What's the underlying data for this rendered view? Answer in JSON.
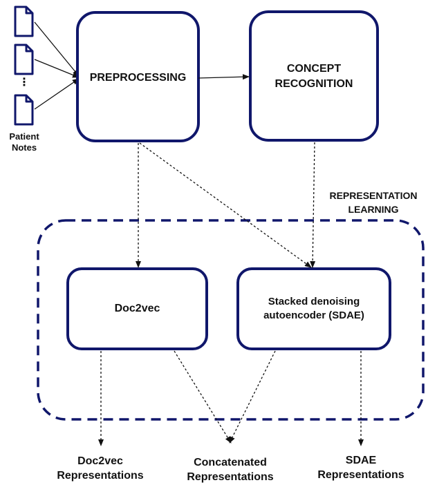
{
  "nodes": {
    "preprocessing": "PREPROCESSING",
    "concept_recognition": "CONCEPT\nRECOGNITION",
    "doc2vec": "Doc2vec",
    "sdae": "Stacked denoising\nautoencoder (SDAE)"
  },
  "input_label": "Patient\nNotes",
  "ellipsis": "⋮",
  "group_label": "REPRESENTATION\nLEARNING",
  "outputs": {
    "doc2vec": "Doc2vec\nRepresentations",
    "concatenated": "Concatenated\nRepresentations",
    "sdae": "SDAE\nRepresentations"
  },
  "colors": {
    "box_border": "#10176b",
    "arrow": "#111111"
  }
}
